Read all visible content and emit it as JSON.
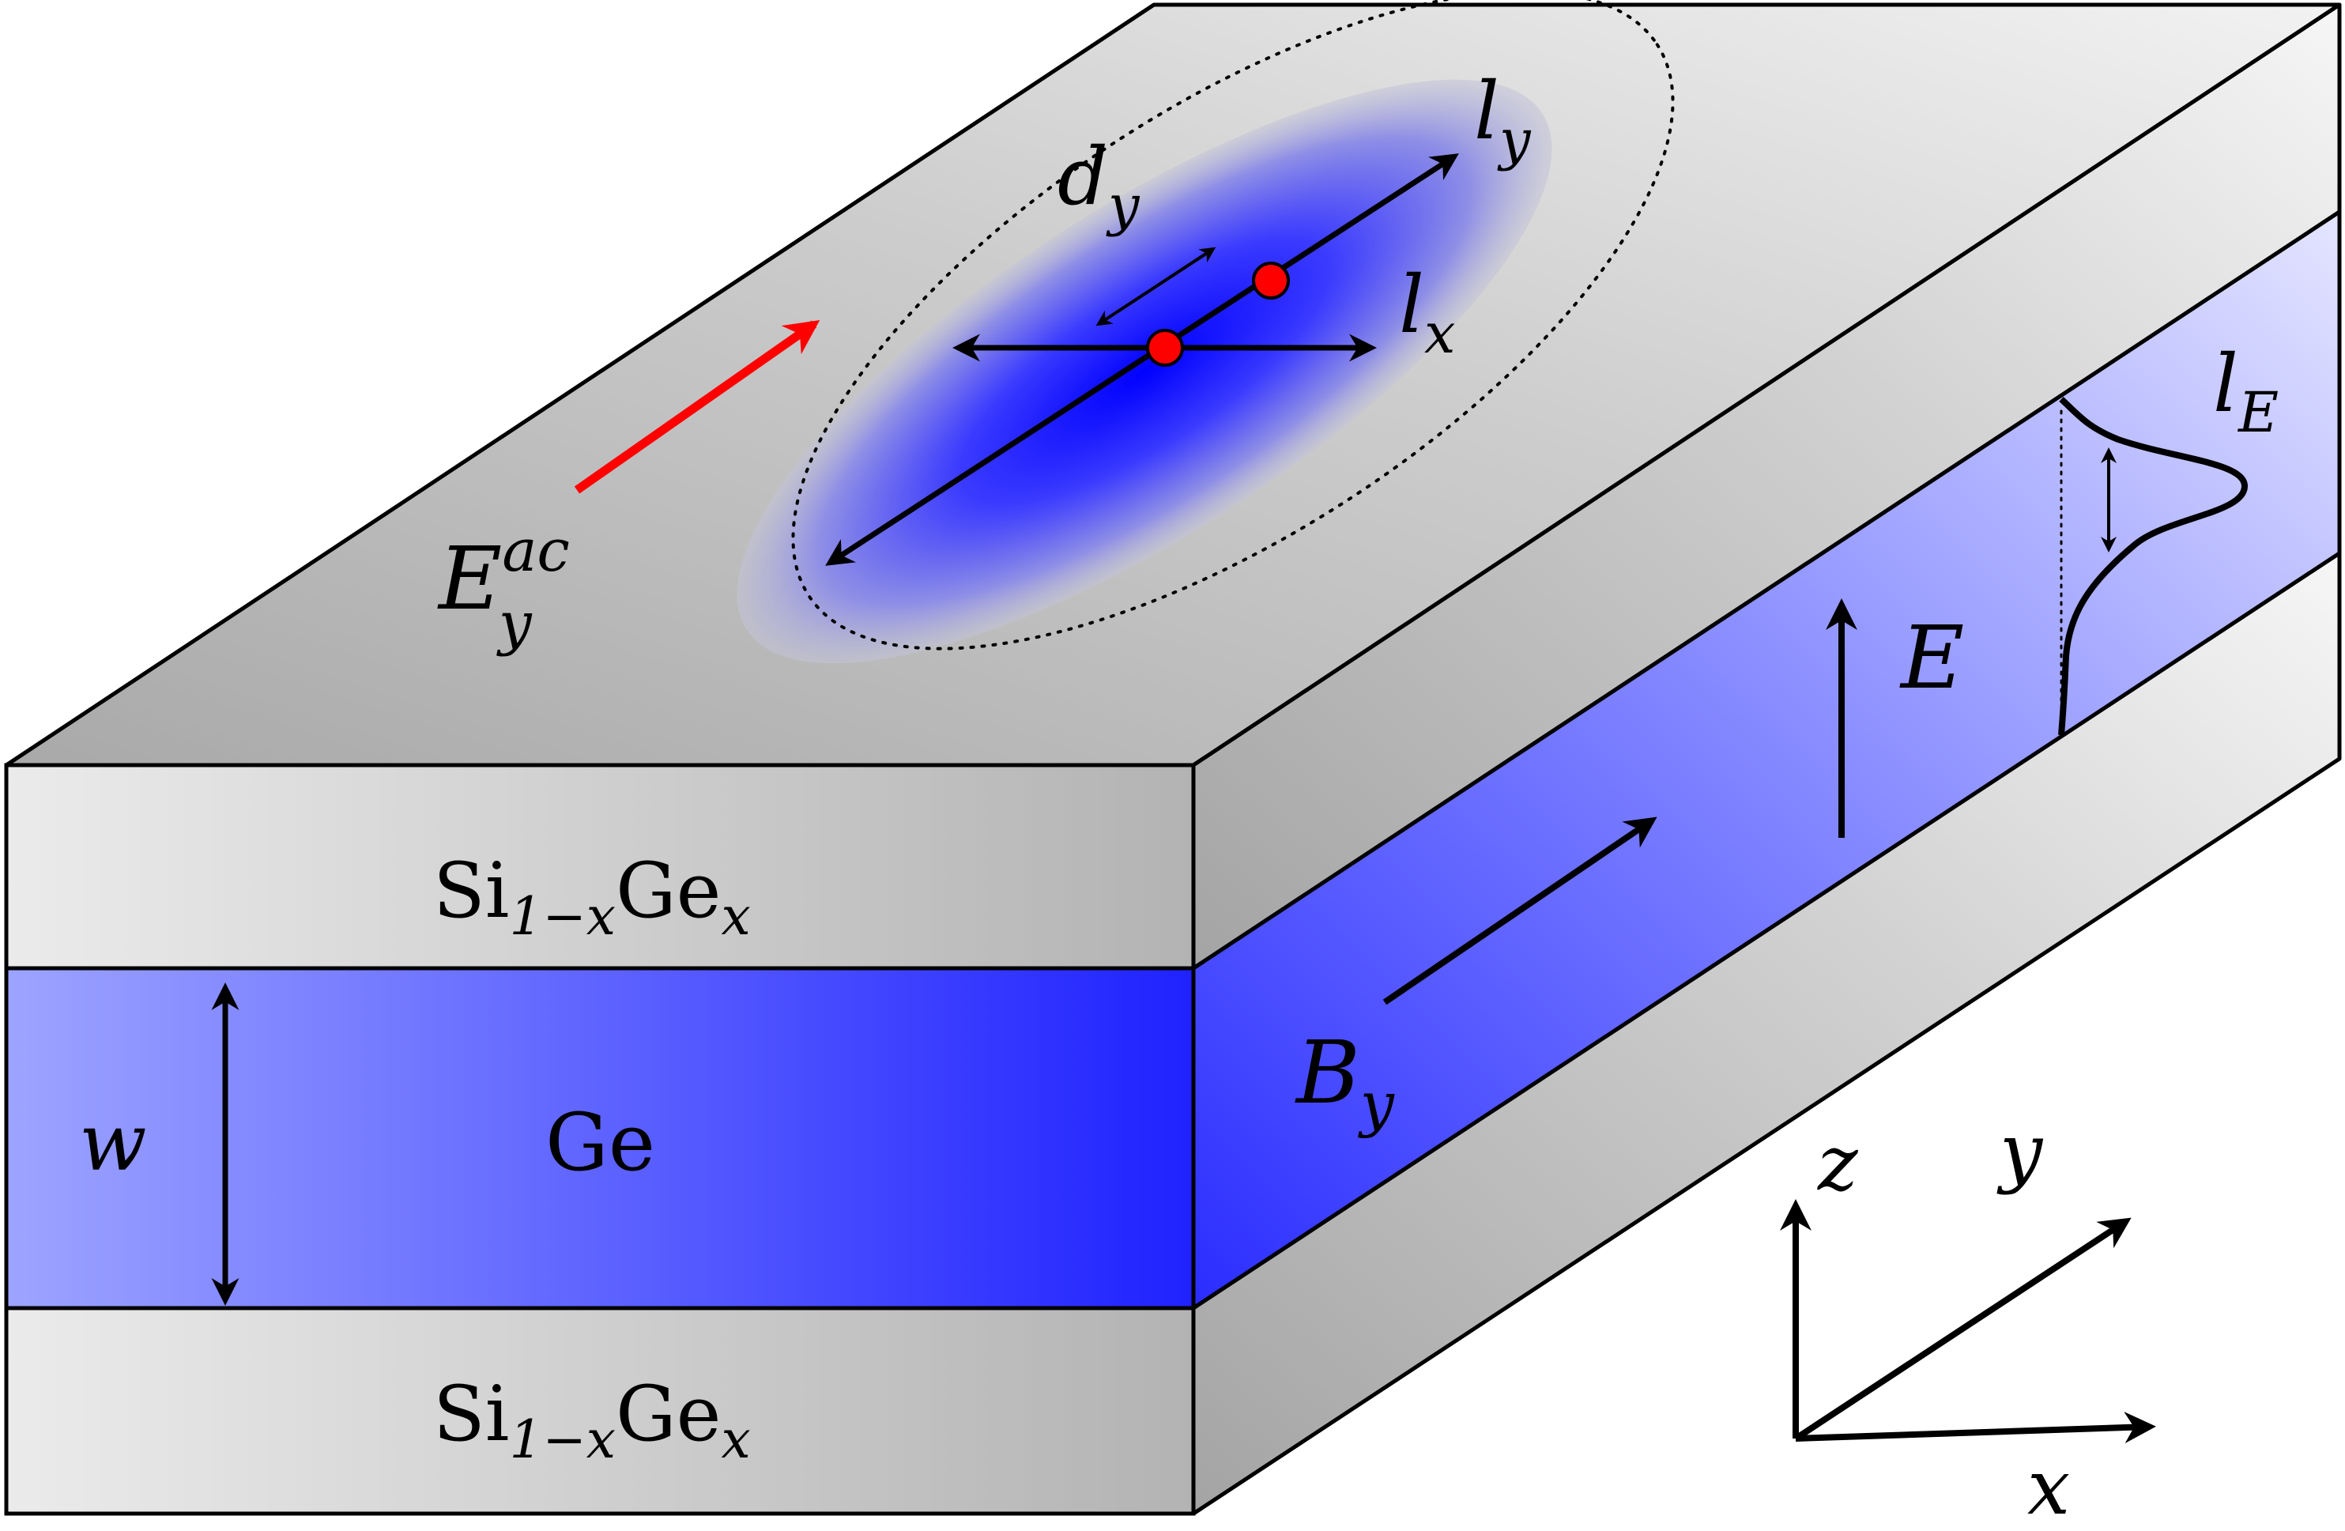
{
  "labels": {
    "sige_top": {
      "base": "Si",
      "sub": "1−x",
      "base2": "Ge",
      "sub2": "x"
    },
    "sige_bottom": {
      "base": "Si",
      "sub": "1−x",
      "base2": "Ge",
      "sub2": "x"
    },
    "ge_layer": "Ge",
    "width": "w",
    "ac_field": {
      "base": "E",
      "sup": "ac",
      "sub": "y"
    },
    "d_y": {
      "base": "d",
      "sub": "y"
    },
    "l_y": {
      "base": "l",
      "sub": "y"
    },
    "l_x": {
      "base": "l",
      "sub": "x"
    },
    "l_E": {
      "base": "l",
      "sub": "E"
    },
    "electric_field": "E",
    "magnetic_field": {
      "base": "B",
      "sub": "y"
    },
    "axis_x": "x",
    "axis_y": "y",
    "axis_z": "z"
  },
  "colors": {
    "sige_light": "#e8e8e8",
    "sige_dark": "#b4b4b4",
    "ge_light": "#9aa2ff",
    "ge_dark": "#1a1eff",
    "dot_blue": "#0000ff",
    "ac_arrow": "#ff0000",
    "dot_marker": "#ff0000"
  }
}
